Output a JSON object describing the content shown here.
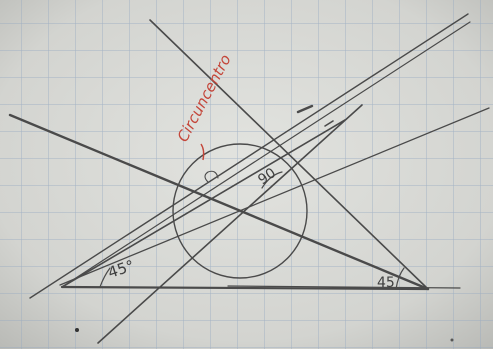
{
  "photo": {
    "paper_color": "#d8d9d6",
    "grid_color": "#8fa3bf",
    "pencil_color": "#4b4b4b",
    "red_ink_color": "#c4463a"
  },
  "annotations": {
    "circumcenter_label": "Circuncentro",
    "angle_left": "45°",
    "angle_top": "90",
    "angle_right": "45"
  }
}
